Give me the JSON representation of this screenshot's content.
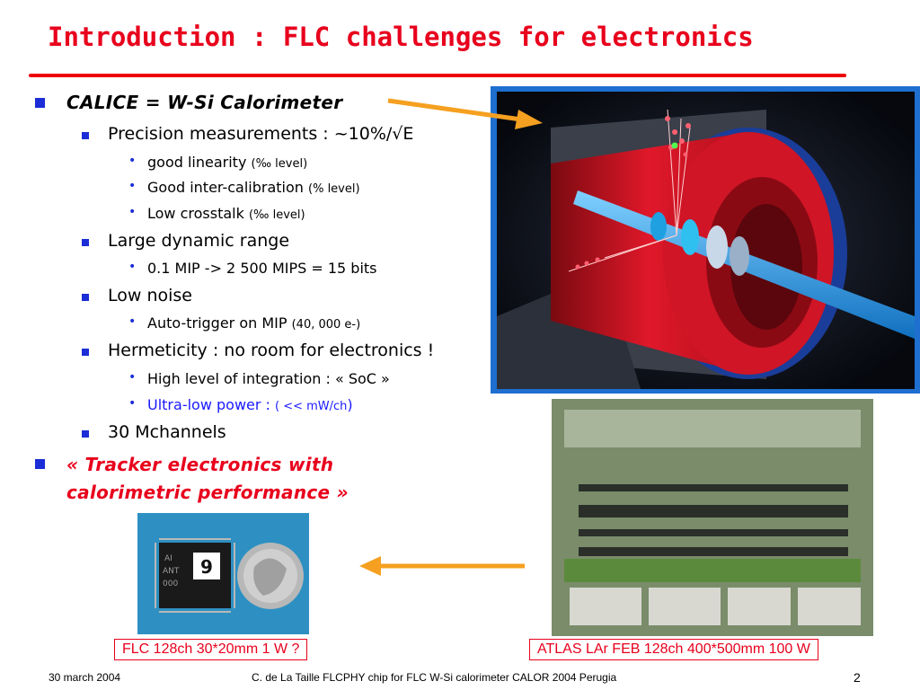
{
  "title": "Introduction : FLC challenges for electronics",
  "bullets": [
    {
      "text": "CALICE = W-Si Calorimeter"
    },
    {
      "text": "Precision measurements : ~10%/√E"
    },
    {
      "text": "good linearity ",
      "note": "(‰ level)"
    },
    {
      "text": "Good inter-calibration ",
      "note": "(% level)"
    },
    {
      "text": "Low crosstalk ",
      "note": "(‰ level)"
    },
    {
      "text": "Large dynamic range"
    },
    {
      "text": "0.1 MIP -> 2 500 MIPS = 15 bits"
    },
    {
      "text": "Low noise"
    },
    {
      "text": "Auto-trigger on MIP ",
      "note": "(40, 000 e-)"
    },
    {
      "text": "Hermeticity : no room for electronics !"
    },
    {
      "text": "High level of integration : « SoC »"
    },
    {
      "text": "Ultra-low power : ",
      "note": "( << mW/ch",
      "close": ")"
    },
    {
      "text": "30 Mchannels"
    },
    {
      "text": "« Tracker electronics with",
      "text2": "calorimetric performance »"
    }
  ],
  "chip_label": "9",
  "chip_marking": [
    "AI",
    "ANT",
    "000"
  ],
  "captions": {
    "flc": "FLC 128ch 30*20mm 1 W ?",
    "atlas": "ATLAS LAr FEB  128ch 400*500mm  100 W"
  },
  "footer": {
    "date": "30 march 2004",
    "center": "C. de La Taille    FLCPHY chip for FLC W-Si calorimeter    CALOR 2004  Perugia",
    "page": "2"
  },
  "colors": {
    "title": "#e8001c",
    "bullet": "#1a2dd6",
    "arrow": "#f5a020",
    "frame": "#1e6fd0"
  },
  "icons": [
    "square-bullet-icon",
    "dot-bullet-icon",
    "arrow-right-icon",
    "arrow-left-icon"
  ]
}
